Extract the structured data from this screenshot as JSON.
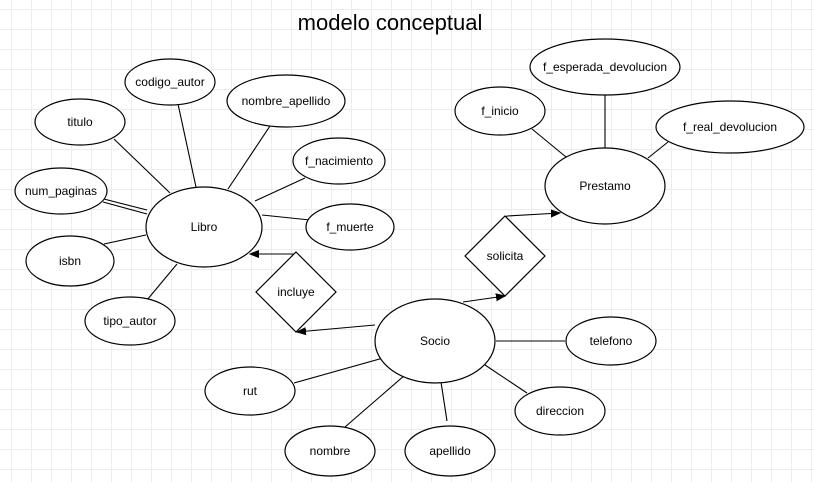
{
  "title": "modelo conceptual",
  "entities": {
    "libro": "Libro",
    "prestamo": "Prestamo",
    "socio": "Socio"
  },
  "relationships": {
    "incluye": "incluye",
    "solicita": "solicita"
  },
  "attributes": {
    "titulo": "titulo",
    "codigo_autor": "codigo_autor",
    "nombre_apellido": "nombre_apellido",
    "f_nacimiento": "f_nacimiento",
    "num_paginas": "num_paginas",
    "f_muerte": "f_muerte",
    "isbn": "isbn",
    "tipo_autor": "tipo_autor",
    "f_inicio": "f_inicio",
    "f_esperada_devolucion": "f_esperada_devolucion",
    "f_real_devolucion": "f_real_devolucion",
    "telefono": "telefono",
    "rut": "rut",
    "direccion": "direccion",
    "nombre": "nombre",
    "apellido": "apellido"
  }
}
